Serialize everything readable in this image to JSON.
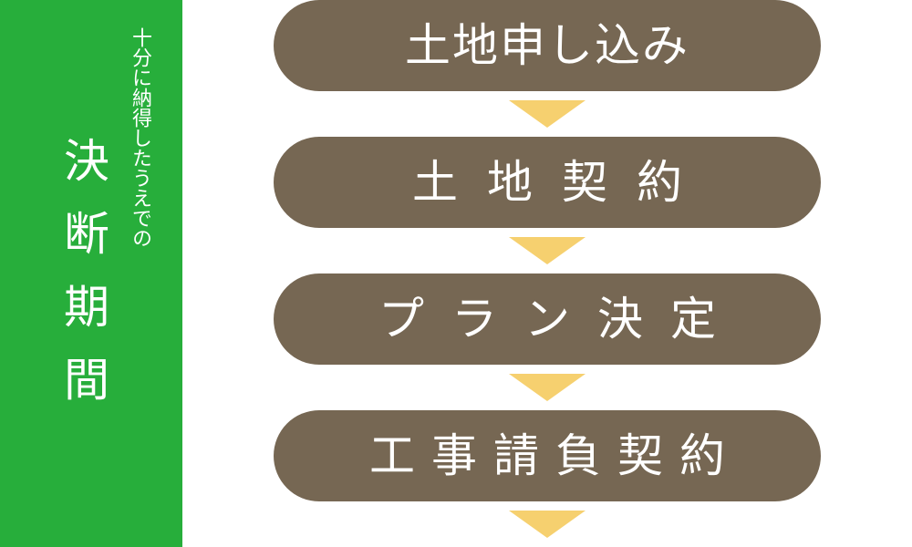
{
  "sidebar": {
    "title": "決断期間",
    "subtitle": "十分に納得したうえでの",
    "background_color": "#27ae3b"
  },
  "flow": {
    "steps": [
      {
        "label": "土地申し込み"
      },
      {
        "label": "土地契約"
      },
      {
        "label": "プラン決定"
      },
      {
        "label": "工事請負契約"
      }
    ],
    "step_color": "#766753",
    "arrow_color": "#f6d06f"
  }
}
